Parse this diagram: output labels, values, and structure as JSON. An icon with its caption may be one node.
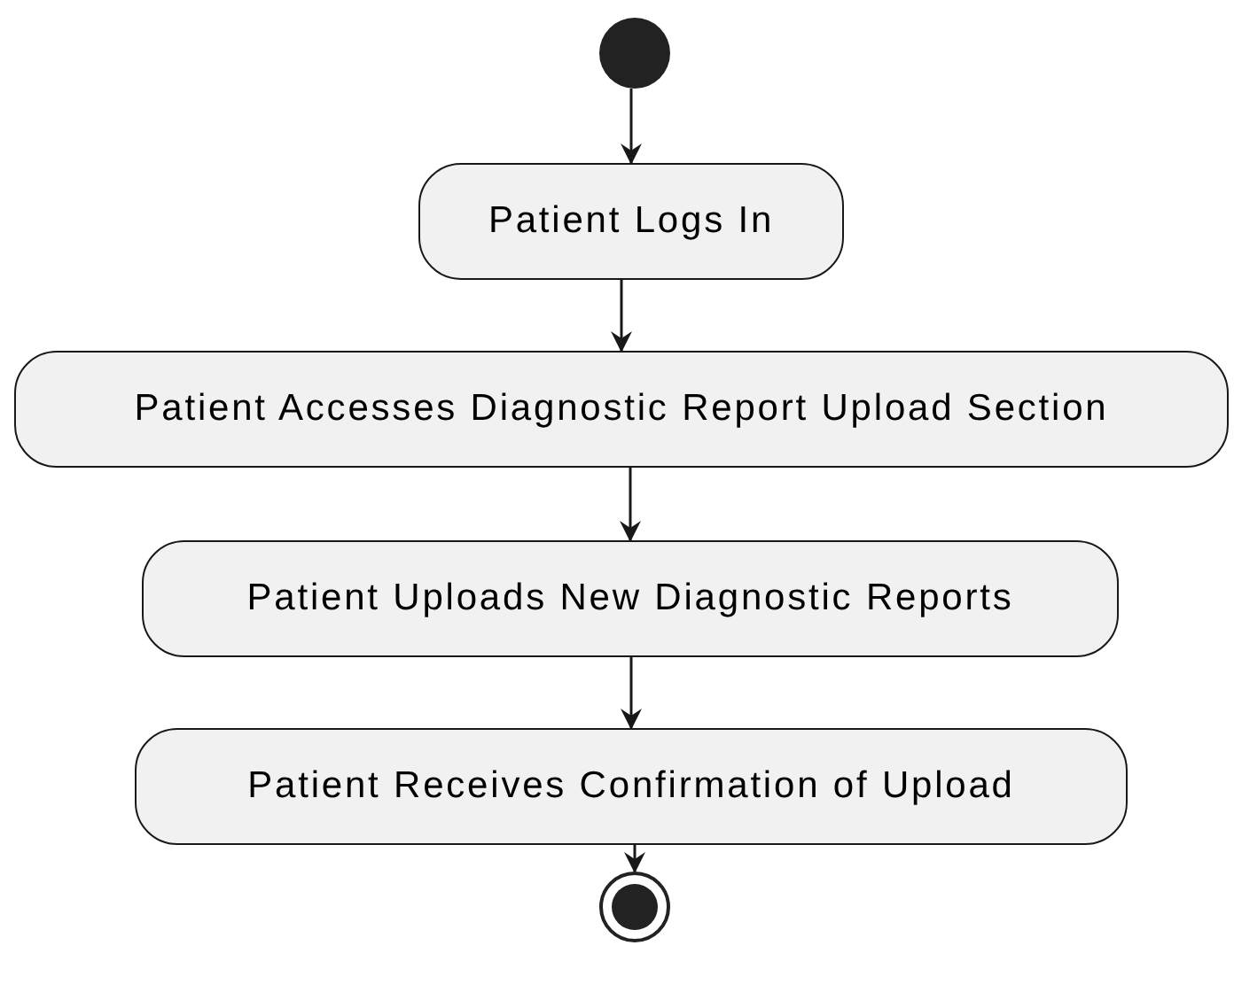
{
  "diagram": {
    "nodes": [
      {
        "text": [],
        "shape": "circle"
      },
      {
        "text": [
          "Patient Logs In"
        ]
      },
      {
        "text": [
          "Patient Accesses Diagnostic Report Upload Section"
        ]
      },
      {
        "text": [
          "Patient Uploads New Diagnostic Reports"
        ]
      },
      {
        "text": [
          "Patient Receives Confirmation of Upload"
        ]
      },
      {
        "text": [],
        "shape": "bullseye"
      }
    ],
    "edges": [
      {
        "from": 0,
        "to": 1,
        "arrow": "to"
      },
      {
        "from": 1,
        "to": 2,
        "arrow": "to"
      },
      {
        "from": 2,
        "to": 3,
        "arrow": "to"
      },
      {
        "from": 3,
        "to": 4,
        "arrow": "to"
      },
      {
        "from": 4,
        "to": 5,
        "arrow": "to"
      }
    ]
  }
}
